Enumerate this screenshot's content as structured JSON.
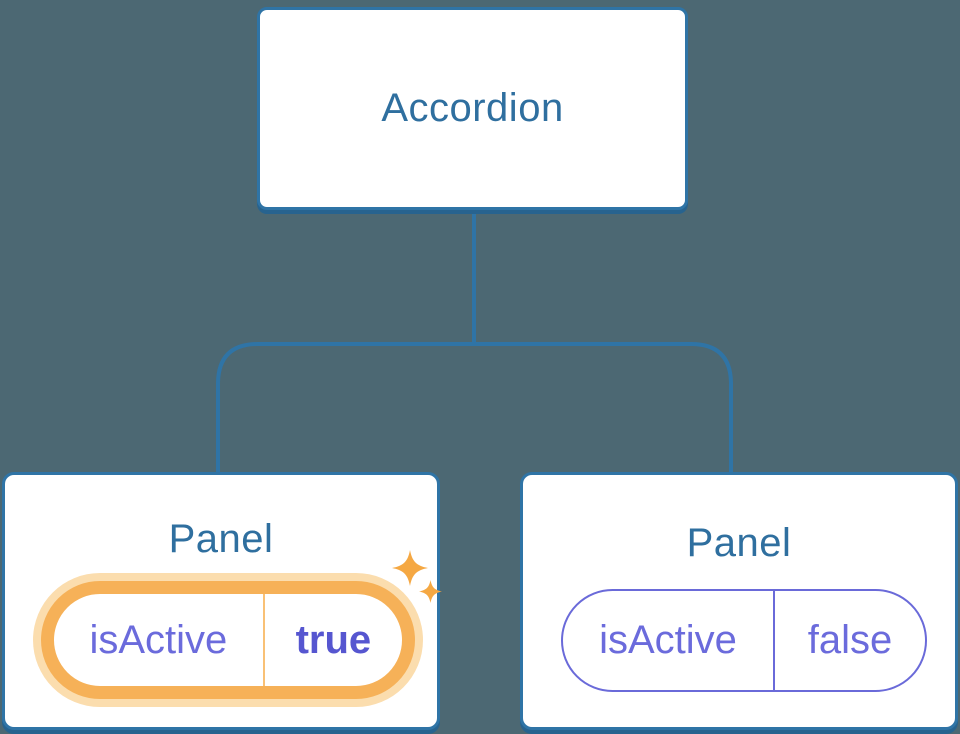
{
  "diagram": {
    "root": {
      "label": "Accordion"
    },
    "children": [
      {
        "label": "Panel",
        "prop_name": "isActive",
        "prop_value": "true",
        "state": "active",
        "decoration": "sparkles-icon"
      },
      {
        "label": "Panel",
        "prop_name": "isActive",
        "prop_value": "false",
        "state": "inactive",
        "decoration": ""
      }
    ]
  },
  "colors": {
    "background": "#4c6873",
    "node-bg": "#ffffff",
    "node-border": "#2f74a6",
    "node-shadow": "#27638f",
    "node-text": "#2f6f9f",
    "connector": "#2f74a6",
    "prop-text": "#6b6bdc",
    "prop-border": "#6a6ad9",
    "prop-value-active": "#5656d0",
    "highlight": "#f6b158",
    "highlight-glow": "#fbddae",
    "highlight-divider": "#f9c176",
    "sparkle": "#f5a843"
  }
}
